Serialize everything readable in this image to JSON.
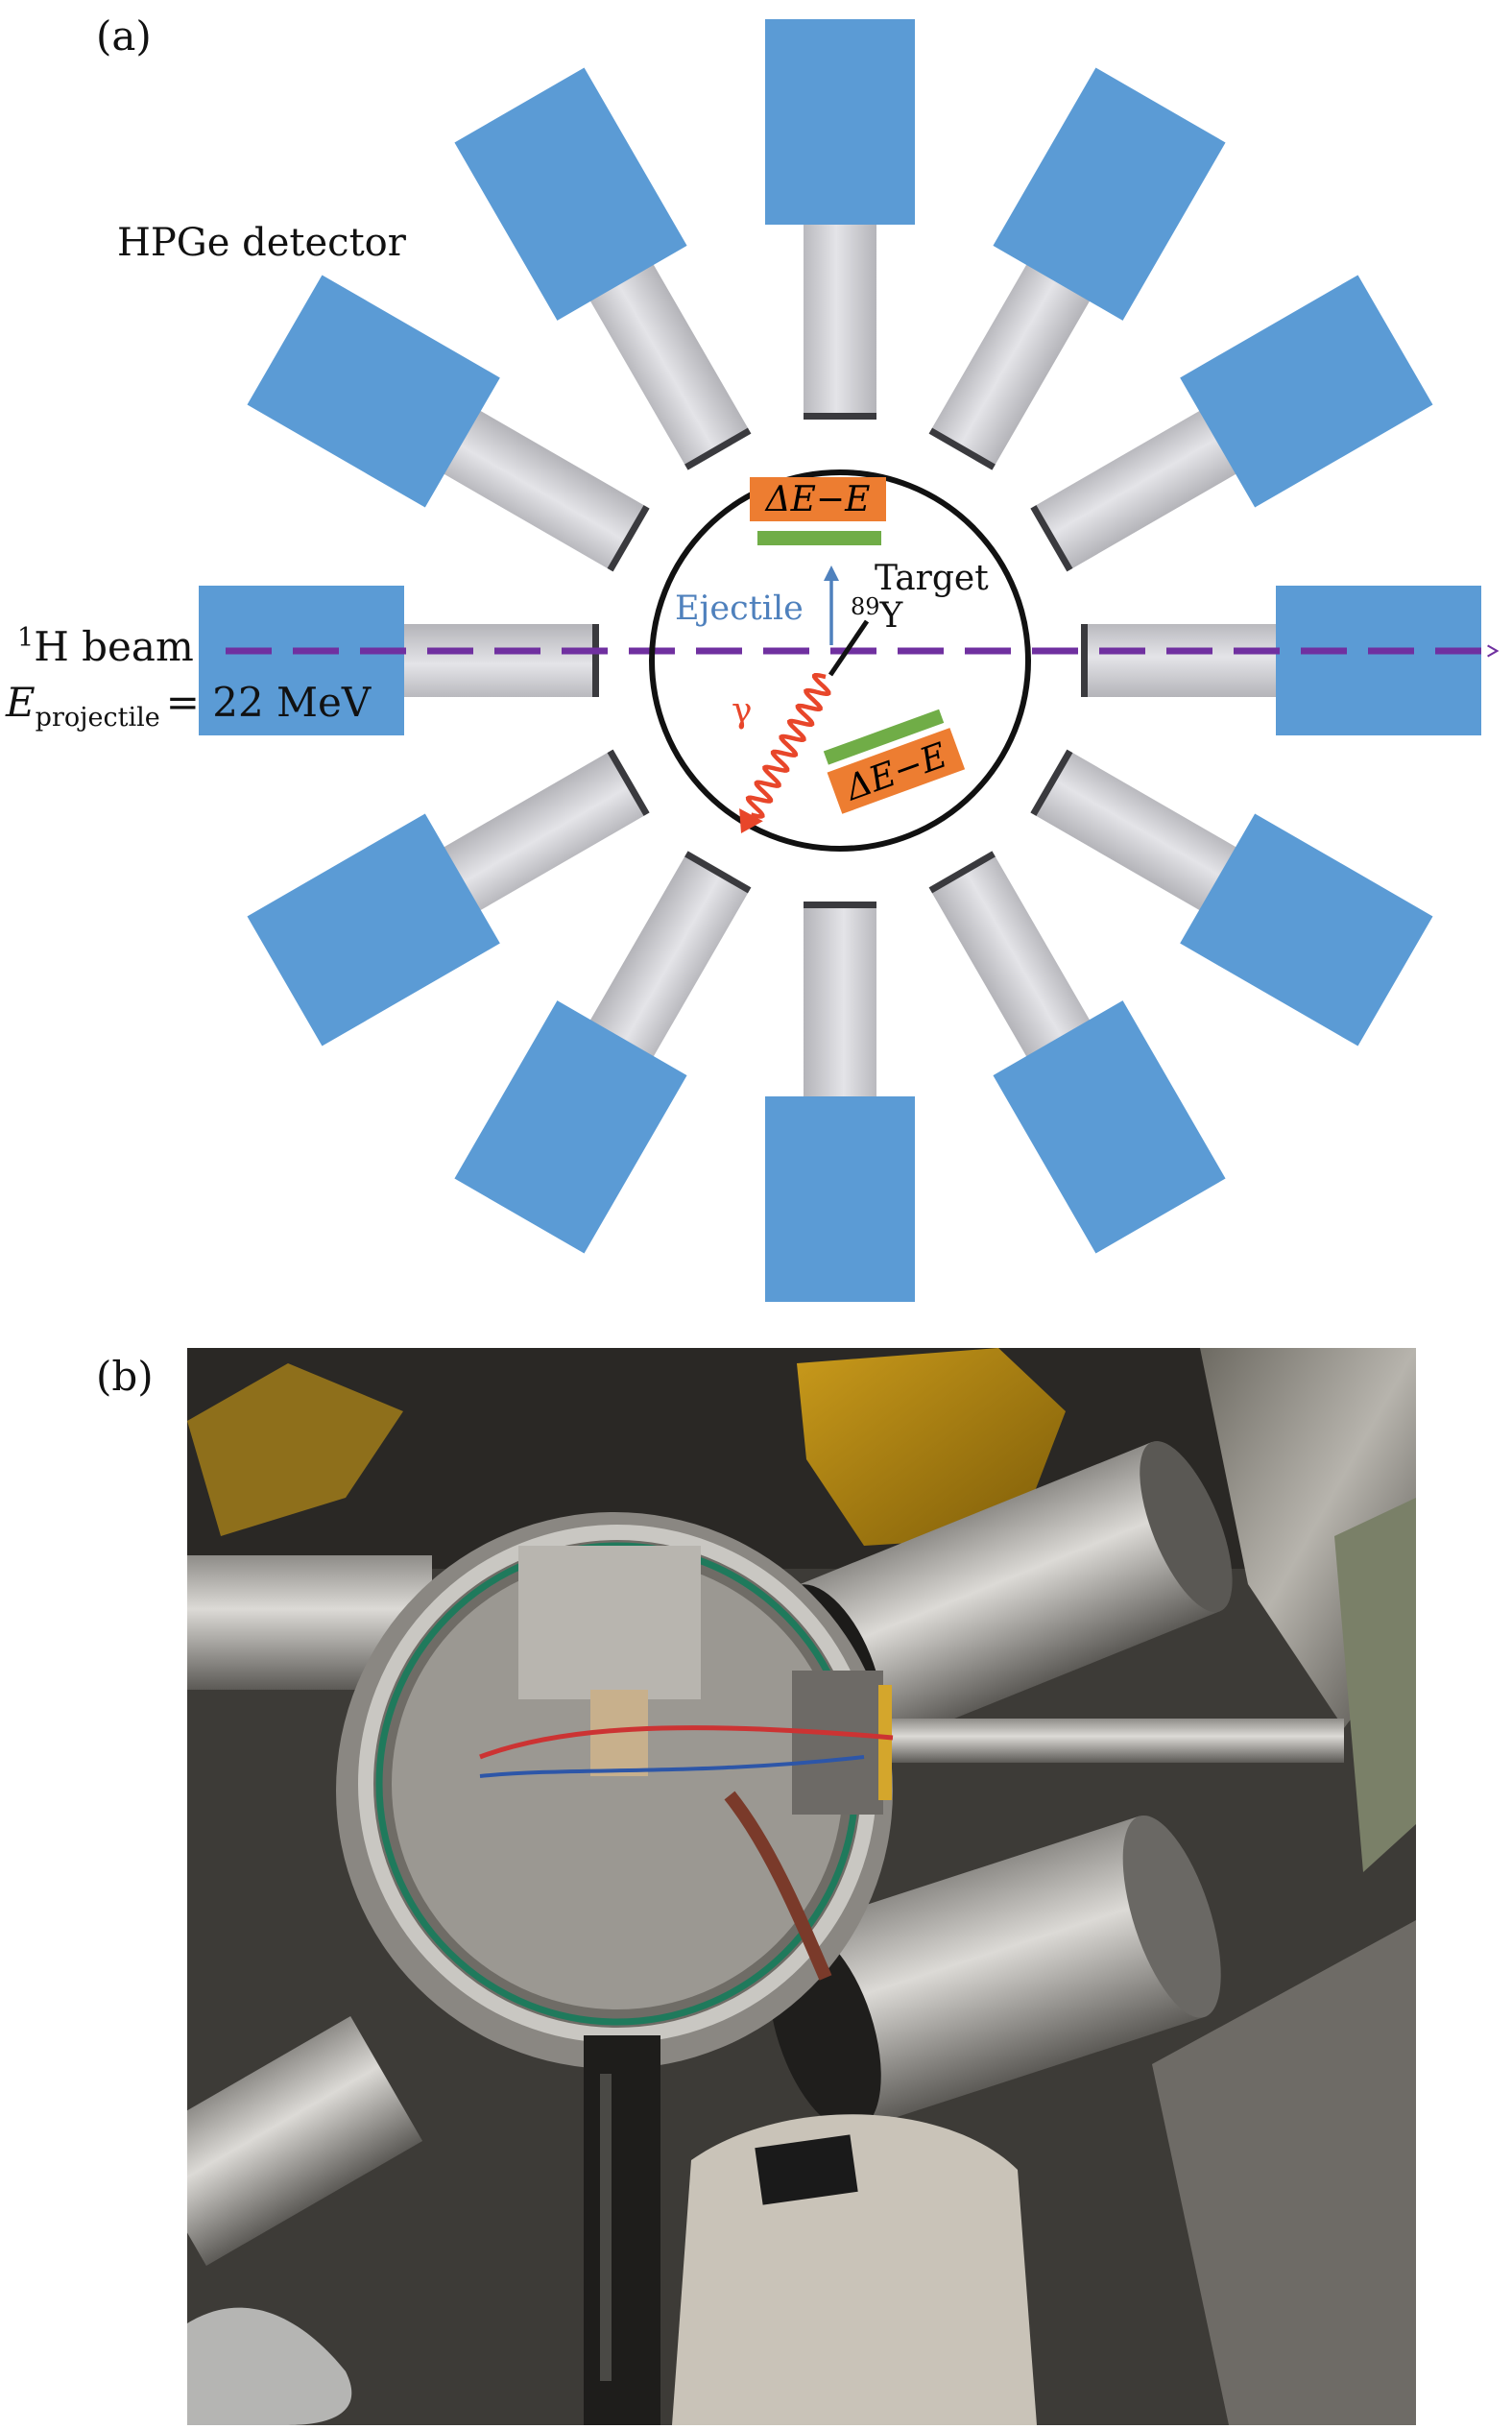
{
  "panel_a": {
    "label": "(a)",
    "detector_label": "HPGe detector",
    "beam_label": "1H beam",
    "beam_mass_number": "1",
    "beam_species": "H beam",
    "energy_symbol": "E",
    "energy_subscript": "projectile",
    "energy_value": "= 22 MeV",
    "target_label": "Target",
    "target_mass_number": "89",
    "target_element": "Y",
    "ejectile_label": "Ejectile",
    "gamma_label": "γ",
    "telescope_upper_label": "ΔE−E",
    "telescope_lower_label": "ΔE−E",
    "detector_count": 12,
    "colors": {
      "detector_blue": "#5b9bd5",
      "arm_gray": "#cfcfd3",
      "beam_purple": "#7030a0",
      "telescope_orange": "#ed7d31",
      "telescope_green": "#70ad47",
      "ejectile_arrow": "#4f81bd",
      "gamma_red": "#e8462a"
    }
  },
  "panel_b": {
    "label": "(b)"
  }
}
